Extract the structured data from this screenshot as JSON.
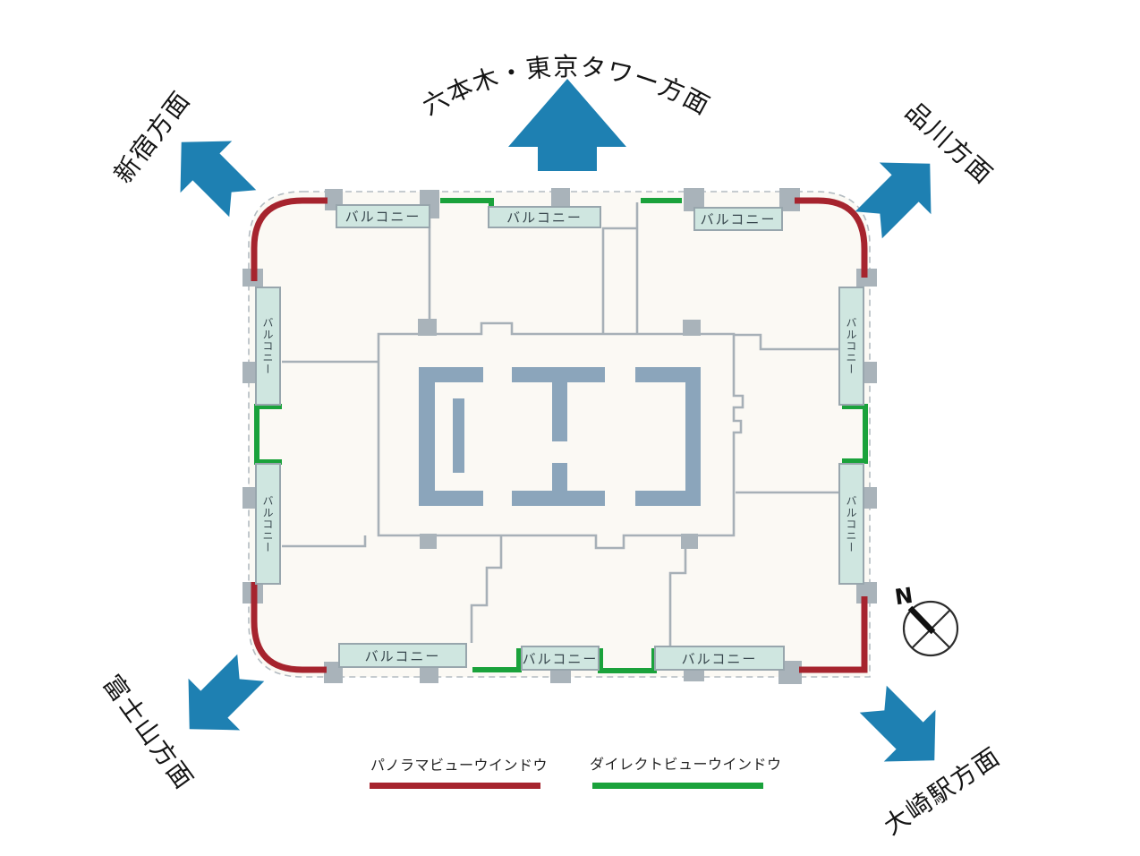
{
  "directions": {
    "north": "六本木・東京タワー方面",
    "north_west": "新宿方面",
    "north_east": "品川方面",
    "south_west": "富士山方面",
    "south_east": "大崎駅方面"
  },
  "compass": {
    "north": "N"
  },
  "plan": {
    "balcony": "バルコニー"
  },
  "legend": {
    "panorama": {
      "label": "パノラマビューウインドウ"
    },
    "direct": {
      "label": "ダイレクトビューウインドウ"
    }
  },
  "colors": {
    "arrow": "#1e80b2",
    "panorama": "#a6242e",
    "direct": "#1aa23b",
    "balcony_fill": "#cfe6e0",
    "balcony_border": "#98a6ad",
    "wall_thick": "#8ba5bb",
    "wall_thin": "#a7b0b7",
    "column": "#a9b3ba",
    "outline": "#b4bcc2",
    "label": "#1a1a1a"
  }
}
